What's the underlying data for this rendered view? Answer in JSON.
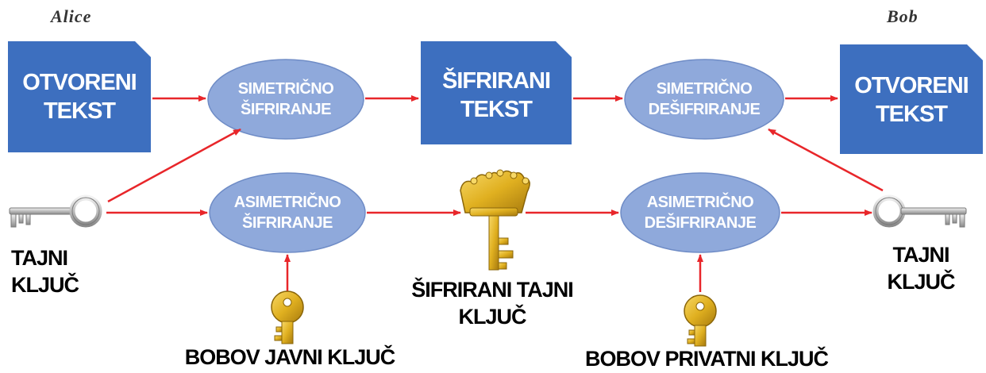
{
  "actors": {
    "sender": "Alice",
    "receiver": "Bob"
  },
  "documents": {
    "plaintext_left": "OTVORENI\nTEKST",
    "ciphertext": "ŠIFRIRANI\nTEKST",
    "plaintext_right": "OTVORENI\nTEKST"
  },
  "processes": {
    "sym_encrypt": "SIMETRIČNO\nŠIFRIRANJE",
    "sym_decrypt": "SIMETRIČNO\nDEŠIFRIRANJE",
    "asym_encrypt": "ASIMETRIČNO\nŠIFRIRANJE",
    "asym_decrypt": "ASIMETRIČNO\nDEŠIFRIRANJE"
  },
  "labels": {
    "secret_key_left": "TAJNI\nKLJUČ",
    "secret_key_right": "TAJNI\nKLJUČ",
    "encrypted_secret_key": "ŠIFRIRANI TAJNI\nKLJUČ",
    "bob_public_key": "BOBOV JAVNI KLJUČ",
    "bob_private_key": "BOBOV PRIVATNI KLJUČ"
  },
  "icons": {
    "secret_key_left": "silver-key-icon",
    "secret_key_right": "silver-key-icon",
    "encrypted_secret_key": "gold-crown-key-icon",
    "bob_public_key": "gold-key-icon",
    "bob_private_key": "gold-key-icon"
  },
  "colors": {
    "document_fill": "#3D6FBF",
    "ellipse_fill": "#8FA9DB",
    "arrow": "#E8262A",
    "gold_key": "#E0B020",
    "silver_key": "#B8B8B8"
  }
}
